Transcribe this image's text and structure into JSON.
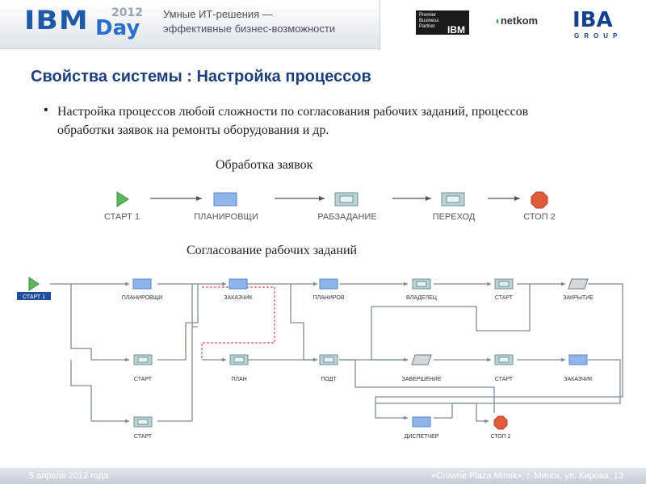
{
  "header": {
    "logo_ibm": "IBM",
    "logo_day": "Day",
    "logo_year": "2012",
    "tagline_line1": "Умные ИТ-решения —",
    "tagline_line2": "эффективные бизнес-возможности",
    "partner_badge_lines": [
      "Premier",
      "Business",
      "Partner"
    ],
    "partner_badge_brand": "IBM",
    "netkom_logo": "netkom",
    "iba_logo": "IBA",
    "iba_group": "GROUP"
  },
  "slide": {
    "title": "Свойства системы : Настройка процессов",
    "bullet": "Настройка процессов любой сложности  по согласования рабочих заданий, процессов обработки заявок на ремонты оборудования и др."
  },
  "flow1": {
    "title": "Обработка заявок",
    "nodes": [
      "СТАРТ 1",
      "ПЛАНИРОВЩИ",
      "РАБЗАДАНИЕ",
      "ПЕРЕХОД",
      "СТОП 2"
    ]
  },
  "flow2": {
    "title": "Согласование рабочих заданий",
    "nodes": {
      "start": "СТАРТ 1",
      "planirovshchi": "ПЛАНИРОВЩИ",
      "zakazchik_top": "ЗАКАЗЧИК",
      "planirov": "ПЛАНИРОВ",
      "vladelets": "ВЛАДЕЛЕЦ",
      "start_top": "СТАРТ",
      "zakrytie": "ЗАКРЫТИЕ",
      "start_mid": "СТАРТ",
      "plan": "ПЛАН",
      "podt": "ПОДТ",
      "zavershenie": "ЗАВЕРШЕНИЕ",
      "start_mid2": "СТАРТ",
      "zakazchik_mid": "ЗАКАЗЧИК",
      "start_low": "СТАРТ",
      "dispetcher": "ДИСПЕТЧЕР",
      "stop": "СТОП 2"
    }
  },
  "footer": {
    "date": "5 апреля 2012 года",
    "venue": "«Crowne Plaza Minsk», г. Минск, ул. Кирова, 13"
  },
  "colors": {
    "title": "#1c3f7a",
    "start_green": "#5cb85c",
    "stop_red": "#e05a3c",
    "task_blue": "#7ea9e6",
    "connector": "#7f8a98"
  }
}
